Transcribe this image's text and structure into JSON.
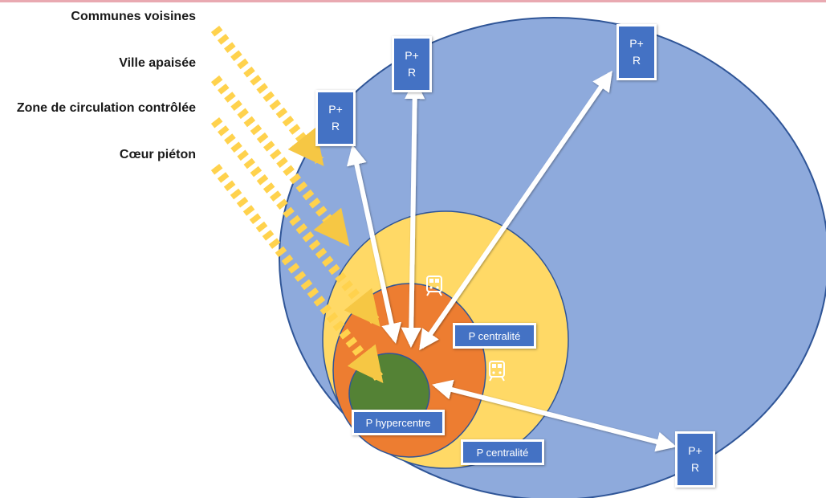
{
  "legend": {
    "communes": "Communes voisines",
    "ville": "Ville apaisée",
    "zone": "Zone de circulation contrôlée",
    "coeur": "Cœur piéton"
  },
  "parking_relais": [
    {
      "line1": "P+",
      "line2": "R"
    },
    {
      "line1": "P+",
      "line2": "R"
    },
    {
      "line1": "P+",
      "line2": "R"
    },
    {
      "line1": "P+",
      "line2": "R"
    }
  ],
  "labels": {
    "centralite_inner": "P centralité",
    "centralite_outer": "P centralité",
    "hypercentre": "P hypercentre"
  },
  "icons": [
    "train-icon",
    "train-icon"
  ],
  "colors": {
    "communes": "#8eaadc",
    "ville": "#ffd966",
    "zone": "#ed7d31",
    "coeur": "#548235",
    "box": "#4472c4",
    "flow_arrow": "#ffd24d",
    "top_bar": "#e9a9b1"
  }
}
